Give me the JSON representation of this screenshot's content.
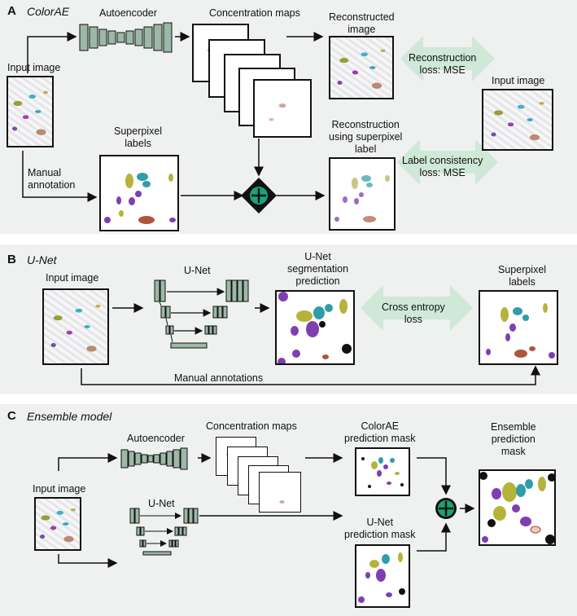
{
  "panel_a": {
    "letter": "A",
    "title": "ColorAE",
    "input_image": "Input image",
    "autoencoder": "Autoencoder",
    "concentration_maps": "Concentration maps",
    "reconstructed_image": [
      "Reconstructed",
      "image"
    ],
    "reconstruction_loss": [
      "Reconstruction",
      "loss: MSE"
    ],
    "input_image_right": "Input image",
    "superpixel_labels": [
      "Superpixel",
      "labels"
    ],
    "manual_annotation": [
      "Manual",
      "annotation"
    ],
    "reconstruction_superpixel": [
      "Reconstruction",
      "using superpixel",
      "label"
    ],
    "label_consistency_loss": [
      "Label consistency",
      "loss: MSE"
    ]
  },
  "panel_b": {
    "letter": "B",
    "title": "U-Net",
    "input_image": "Input image",
    "unet": "U-Net",
    "unet_prediction": [
      "U-Net",
      "segmentation",
      "prediction"
    ],
    "cross_entropy_loss": [
      "Cross entropy",
      "loss"
    ],
    "superpixel_labels": [
      "Superpixel",
      "labels"
    ],
    "manual_annotations": "Manual annotations"
  },
  "panel_c": {
    "letter": "C",
    "title": "Ensemble model",
    "input_image": "Input image",
    "autoencoder": "Autoencoder",
    "concentration_maps": "Concentration maps",
    "colorae_mask": [
      "ColorAE",
      "prediction mask"
    ],
    "ensemble_mask": [
      "Ensemble",
      "prediction",
      "mask"
    ],
    "unet": "U-Net",
    "unet_mask": [
      "U-Net",
      "prediction mask"
    ]
  },
  "colors": {
    "panel_background": "#eff0f0",
    "loss_arrow": "#cfe8d8",
    "combine_node": "#1aa37a",
    "blob_olive": "#b5b33a",
    "blob_teal": "#2f9ea8",
    "blob_purple": "#7f3fb0",
    "blob_brown": "#b0553a",
    "blob_black": "#111111"
  }
}
